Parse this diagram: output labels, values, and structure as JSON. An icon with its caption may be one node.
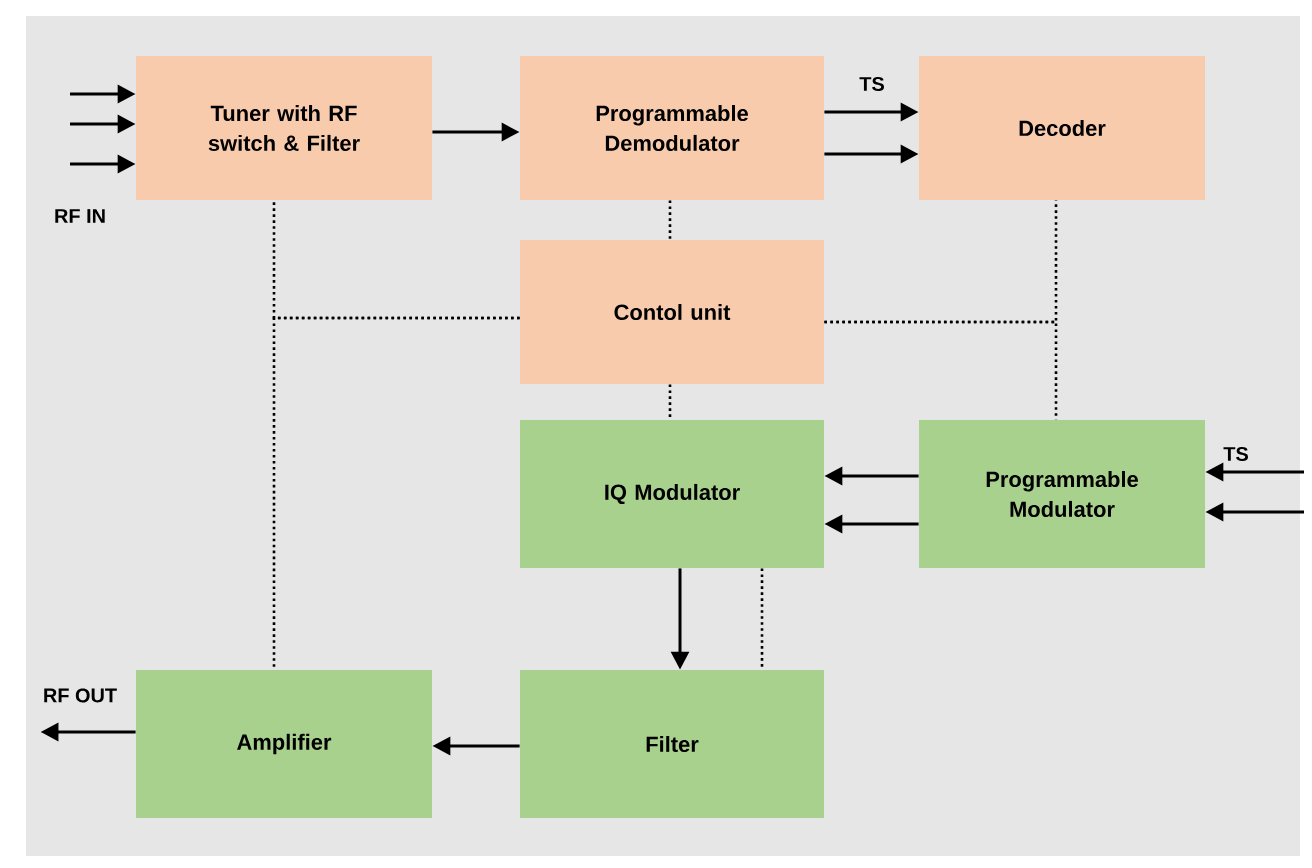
{
  "diagram": {
    "nodes": [
      {
        "text": [
          "Tuner with RF switch & Filter"
        ]
      },
      {
        "text": [
          "Programmable Demodulator"
        ]
      },
      {
        "text": [
          "Decoder"
        ]
      },
      {
        "text": [
          "Contol unit"
        ]
      },
      {
        "text": [
          "IQ Modulator"
        ]
      },
      {
        "text": [
          "Programmable Modulator"
        ]
      },
      {
        "text": [
          "Amplifier"
        ]
      },
      {
        "text": [
          "Filter"
        ]
      },
      {
        "text": [
          "RF OUT"
        ]
      }
    ],
    "edges": [
      {
        "from": null,
        "to": 0,
        "arrow": "to"
      },
      {
        "from": null,
        "to": 0,
        "arrow": "to"
      },
      {
        "from": null,
        "to": 0,
        "arrow": "to"
      },
      {
        "from": 0,
        "to": 1,
        "arrow": "to"
      },
      {
        "from": 1,
        "to": 2,
        "arrow": "to",
        "label": "TS"
      },
      {
        "from": 1,
        "to": 2,
        "arrow": "to"
      },
      {
        "from": 1,
        "to": 3,
        "arrow": "none",
        "style": "dashed"
      },
      {
        "from": 3,
        "to": 0,
        "arrow": "none",
        "style": "dashed"
      },
      {
        "from": 3,
        "to": 6,
        "arrow": "none",
        "style": "dashed"
      },
      {
        "from": 3,
        "to": 2,
        "arrow": "none",
        "style": "dashed"
      },
      {
        "from": 3,
        "to": 5,
        "arrow": "none",
        "style": "dashed"
      },
      {
        "from": 3,
        "to": 4,
        "arrow": "none",
        "style": "dashed"
      },
      {
        "from": 5,
        "to": 4,
        "arrow": "to"
      },
      {
        "from": 5,
        "to": 4,
        "arrow": "to"
      },
      {
        "from": null,
        "to": 5,
        "arrow": "to",
        "label": "TS"
      },
      {
        "from": null,
        "to": 5,
        "arrow": "to"
      },
      {
        "from": 4,
        "to": 7,
        "arrow": "to"
      },
      {
        "from": 4,
        "to": 7,
        "arrow": "none",
        "style": "dashed"
      },
      {
        "from": 7,
        "to": 6,
        "arrow": "to"
      },
      {
        "from": 6,
        "to": 8,
        "arrow": "to"
      }
    ],
    "labels": [
      "RF IN"
    ]
  }
}
